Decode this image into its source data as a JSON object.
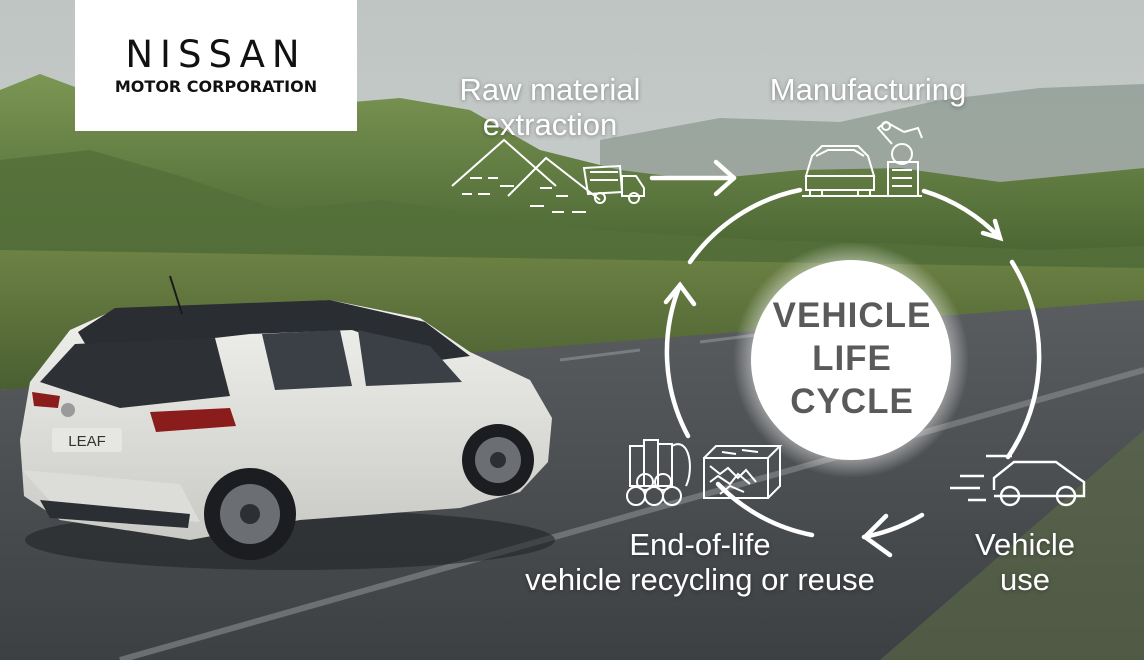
{
  "logo": {
    "main": "NISSAN",
    "sub": "MOTOR CORPORATION"
  },
  "diagram": {
    "center": [
      "VEHICLE",
      "LIFE",
      "CYCLE"
    ],
    "stages": {
      "raw": [
        "Raw material",
        "extraction"
      ],
      "manufacturing": "Manufacturing",
      "use": [
        "Vehicle",
        "use"
      ],
      "end_of_life": [
        "End-of-life",
        "vehicle recycling or reuse"
      ]
    }
  },
  "car_badge": "LEAF",
  "colors": {
    "arrow": "#ffffff",
    "center_text": "#5a5a5a",
    "sky": "#c9cfcd",
    "hills": "#5d7a3e",
    "road": "#4b4e51"
  },
  "icons": [
    "mountains-truck-icon",
    "car-factory-robot-icon",
    "moving-car-icon",
    "recycling-materials-icon"
  ]
}
